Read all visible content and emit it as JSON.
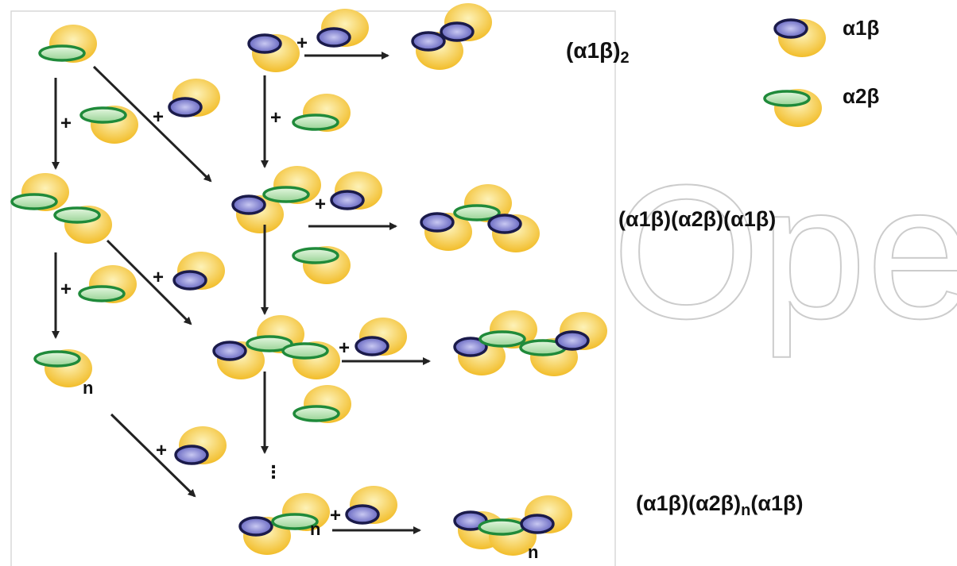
{
  "legend": {
    "a1b_label": "α1β",
    "a2b_label": "α2β"
  },
  "product_labels": {
    "dimer": "(α1β)",
    "dimer_sub": "2",
    "trimer": "(α1β)(α2β)(α1β)",
    "polymer_pre": "(α1β)(α2β)",
    "polymer_sub": "n",
    "polymer_post": "(α1β)"
  },
  "symbols": {
    "plus": "+",
    "n": "n",
    "dots": "⋮"
  },
  "watermark": "Open",
  "colors": {
    "yellow": "#f5c63a",
    "yellow_light": "#fbe89a",
    "blue_ring": "#1a1a4a",
    "blue_fill": "#6a6ac8",
    "green_ring": "#1f8a3a",
    "green_fill": "#b6e2b0",
    "arrow": "#222222"
  }
}
